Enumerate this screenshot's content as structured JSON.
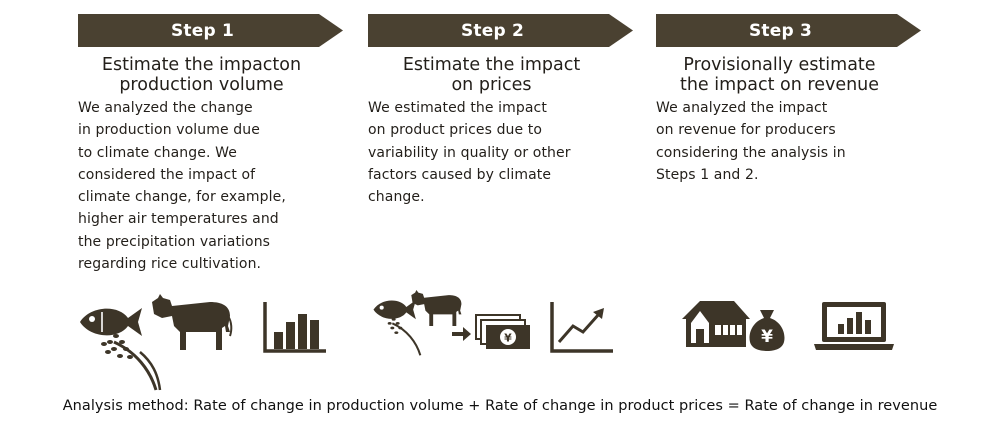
{
  "colors": {
    "banner": "#4a4131",
    "icon": "#3d3528",
    "text": "#231f1a"
  },
  "steps": [
    {
      "label": "Step 1",
      "title": "Estimate the impacton\nproduction volume",
      "description": "We analyzed the change\nin production volume due\nto climate change. We\nconsidered the impact of\nclimate change, for example,\nhigher air temperatures and\nthe precipitation variations\nregarding rice cultivation.",
      "icons": [
        "fish-icon",
        "cow-icon",
        "rice-plant-icon",
        "bar-chart-icon"
      ]
    },
    {
      "label": "Step 2",
      "title": "Estimate the impact\non prices",
      "description": "We estimated the impact\non product prices due to\nvariability in quality or other\nfactors caused by climate\nchange.",
      "icons": [
        "fish-icon",
        "cow-icon",
        "rice-plant-icon",
        "arrow-right-icon",
        "yen-banknotes-icon",
        "line-chart-icon"
      ]
    },
    {
      "label": "Step 3",
      "title": "Provisionally estimate\nthe impact on revenue",
      "description": "We analyzed the impact\non revenue for producers\nconsidering the analysis in\nSteps 1 and 2.",
      "icons": [
        "farmhouse-icon",
        "yen-money-bag-icon",
        "laptop-chart-icon"
      ]
    }
  ],
  "yen_symbol": "¥",
  "footer": "Analysis method: Rate of change in production volume + Rate of change in product prices = Rate of change in revenue"
}
